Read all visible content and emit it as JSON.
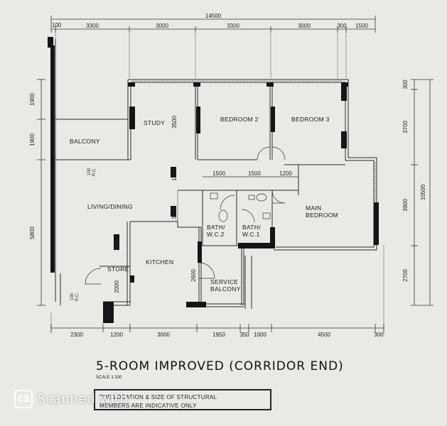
{
  "plan": {
    "overall_width": "14500",
    "top_dims": [
      "100",
      "3300",
      "3000",
      "3300",
      "3000",
      "300",
      "1500"
    ],
    "inner_dims": [
      "1500",
      "1500",
      "1200"
    ],
    "bottom_dims": [
      "2300",
      "1200",
      "3000",
      "1950",
      "350",
      "1000",
      "4500",
      "300"
    ],
    "left_dims": [
      "1900",
      "1900",
      "5800"
    ],
    "right_dims": [
      "300",
      "3700",
      "3900",
      "2700"
    ],
    "right_total": "10500",
    "vertical_dims": [
      "3500",
      "1300",
      "3500",
      "2000",
      "2000",
      "2600"
    ],
    "rooms": {
      "balcony": "BALCONY",
      "study": "STUDY",
      "bedroom2": "BEDROOM 2",
      "bedroom3": "BEDROOM 3",
      "living": "LIVING/DINING",
      "main_bedroom_1": "MAIN",
      "main_bedroom_2": "BEDROOM",
      "bath2_1": "BATH/",
      "bath2_2": "W.C.2",
      "bath1_1": "BATH/",
      "bath1_2": "W.C.1",
      "store": "STORE",
      "kitchen": "KITCHEN",
      "service_1": "SERVICE",
      "service_2": "BALCONY",
      "rc_ledge_1": "100",
      "rc_ledge_2": "R.C."
    }
  },
  "title": "5-ROOM IMPROVED (CORRIDOR END)",
  "scale": "SCALE 1:100",
  "note": {
    "line1": "THE LOCATION & SIZE OF STRUCTURAL",
    "line2": "MEMBERS ARE INDICATIVE ONLY"
  },
  "watermark": {
    "icon": "CS",
    "text": "Scanned with"
  }
}
